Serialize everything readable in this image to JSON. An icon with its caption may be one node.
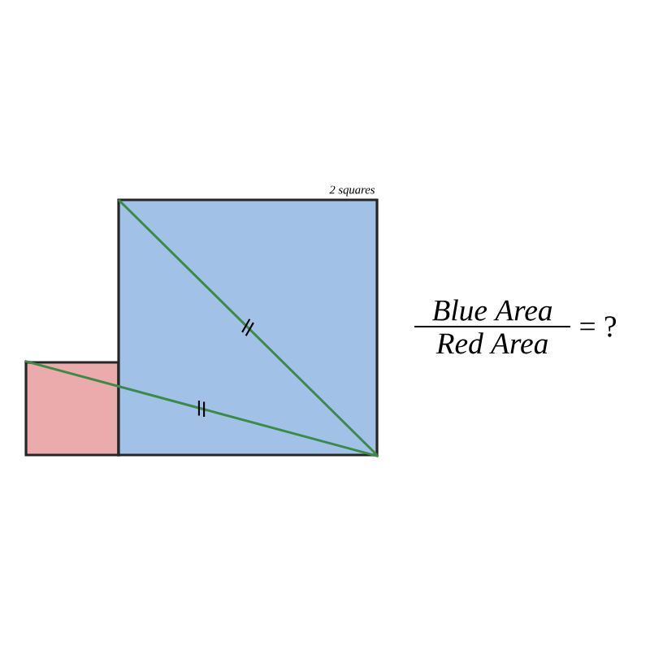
{
  "diagram": {
    "nodes": [
      {
        "text": [],
        "shape": "box"
      },
      {
        "text": [],
        "shape": "box",
        "beside": [
          "2 squares"
        ]
      }
    ],
    "edges": [
      {
        "from": 0,
        "to": 1,
        "arrow": "none"
      }
    ],
    "labels": [
      "Blue Area",
      "Red Area",
      "= ?"
    ]
  }
}
